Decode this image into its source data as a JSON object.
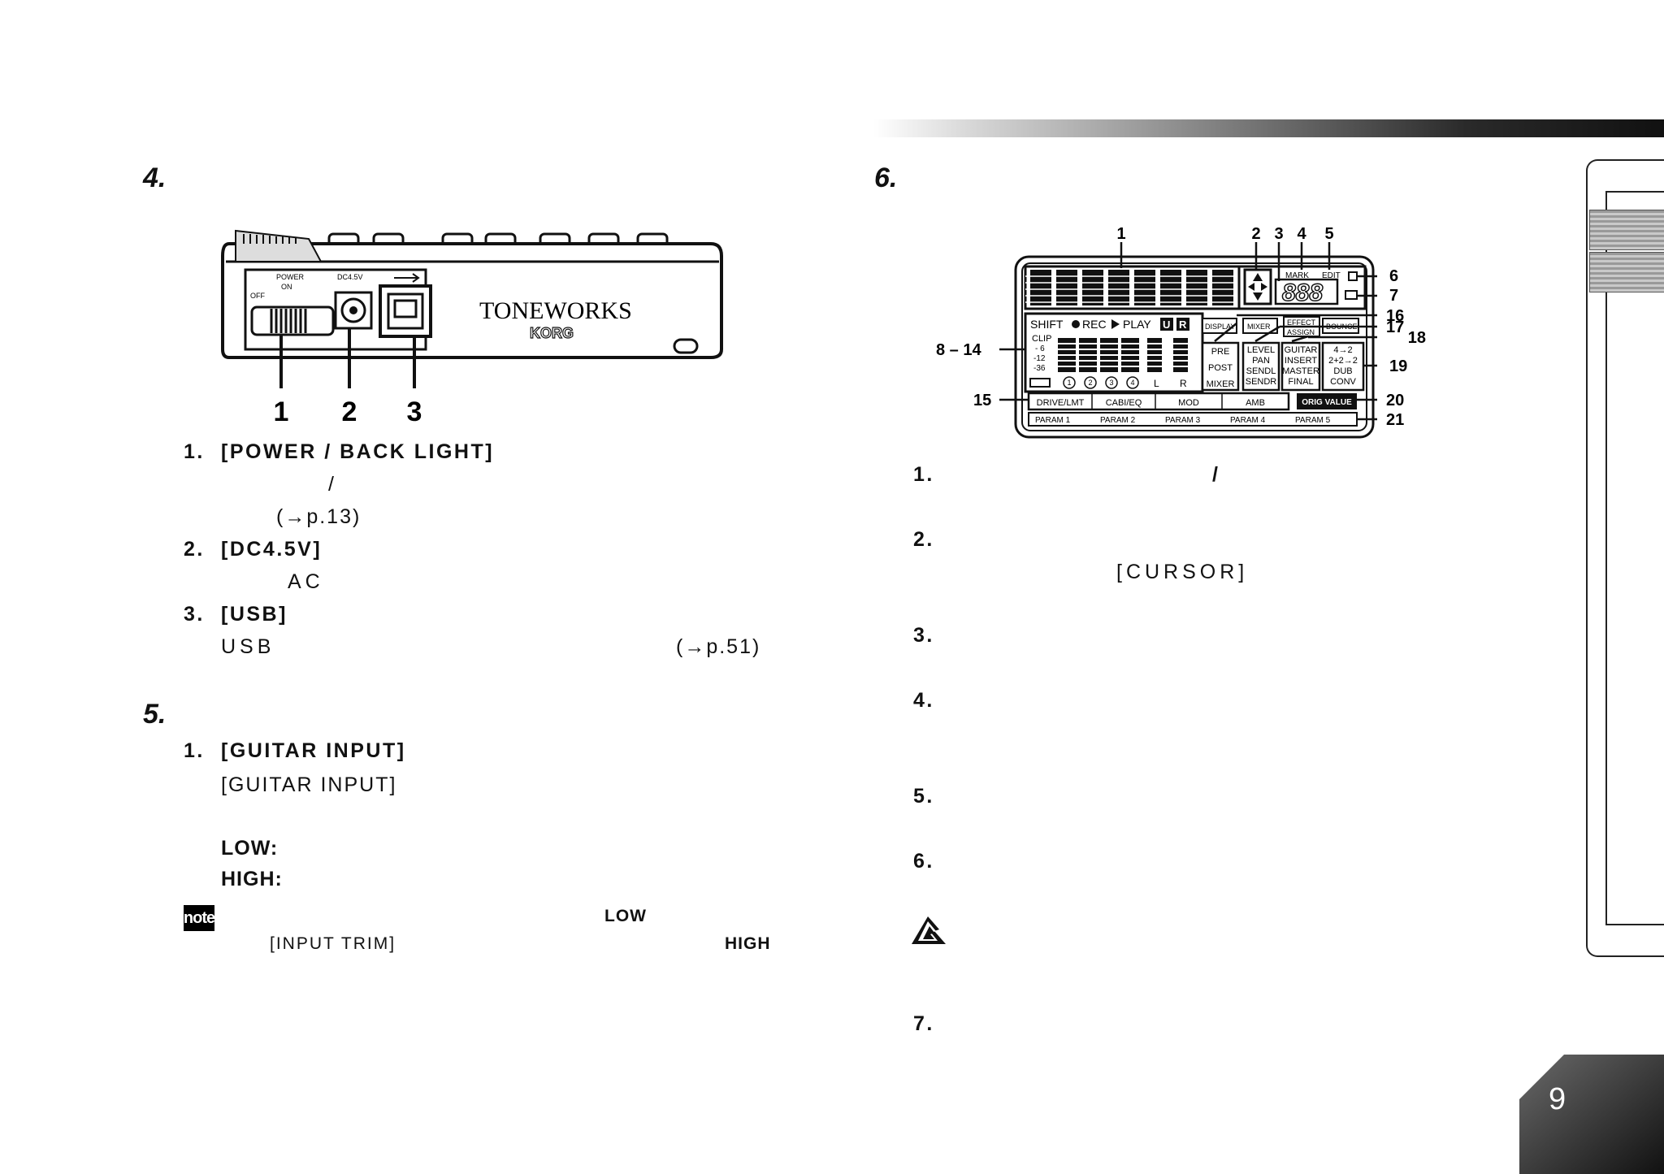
{
  "page_number": "9",
  "sections": {
    "s4": {
      "num": "4."
    },
    "s5": {
      "num": "5."
    },
    "s6": {
      "num": "6."
    }
  },
  "device": {
    "power_label": "POWER",
    "on_label": "ON",
    "off_label": "OFF",
    "dc_label": "DC4.5V",
    "brand": "TONEWORKS",
    "brand2": "KORG",
    "callouts": [
      "1",
      "2",
      "3"
    ]
  },
  "s4_items": [
    {
      "num": "1.",
      "label": "[POWER / BACK LIGHT]",
      "lines": [
        "/",
        "(→p.13)"
      ]
    },
    {
      "num": "2.",
      "label": "[DC4.5V]",
      "lines": [
        "AC"
      ]
    },
    {
      "num": "3.",
      "label": "[USB]",
      "lines": [
        "USB",
        "(→p.51)"
      ]
    }
  ],
  "s5_items": {
    "num": "1.",
    "label": "[GUITAR INPUT]",
    "line": "[GUITAR INPUT]",
    "low": "LOW:",
    "high": "HIGH:",
    "note_icon": "note",
    "note_low": "LOW",
    "note_trim": "[INPUT TRIM]",
    "note_high": "HIGH"
  },
  "lcd": {
    "callouts_top": [
      "1",
      "2",
      "3",
      "4",
      "5"
    ],
    "callouts_right": [
      "6",
      "7",
      "16",
      "17",
      "18",
      "19",
      "20",
      "21"
    ],
    "callouts_left": [
      "8 – 14",
      "15"
    ],
    "mark": "MARK",
    "edit": "EDIT",
    "shift": "SHIFT",
    "rec": "REC",
    "play": "PLAY",
    "u": "U",
    "r": "R",
    "clip": "CLIP",
    "scale": [
      "- 6",
      "-12",
      "-36"
    ],
    "tracks": [
      "1",
      "2",
      "3",
      "4"
    ],
    "lr": [
      "L",
      "R"
    ],
    "buttons": [
      "DISPLAY",
      "MIXER",
      "EFFECT",
      "ASSIGN",
      "BOUNCE"
    ],
    "col1": [
      "PRE",
      "POST",
      "MIXER"
    ],
    "col2": [
      "LEVEL",
      "PAN",
      "SENDL",
      "SENDR"
    ],
    "col3": [
      "GUITAR",
      "INSERT",
      "MASTER",
      "FINAL"
    ],
    "col4": [
      "4→2",
      "2+2→2",
      "DUB",
      "CONV"
    ],
    "effects": [
      "DRIVE/LMT",
      "CABI/EQ",
      "MOD",
      "AMB"
    ],
    "orig": "ORIG VALUE",
    "params": [
      "PARAM 1",
      "PARAM 2",
      "PARAM 3",
      "PARAM 4",
      "PARAM 5"
    ]
  },
  "s6_items": [
    {
      "num": "1.",
      "text": "/"
    },
    {
      "num": "2.",
      "text": "[CURSOR]"
    },
    {
      "num": "3."
    },
    {
      "num": "4."
    },
    {
      "num": "5."
    },
    {
      "num": "6."
    },
    {
      "num": "7."
    }
  ]
}
